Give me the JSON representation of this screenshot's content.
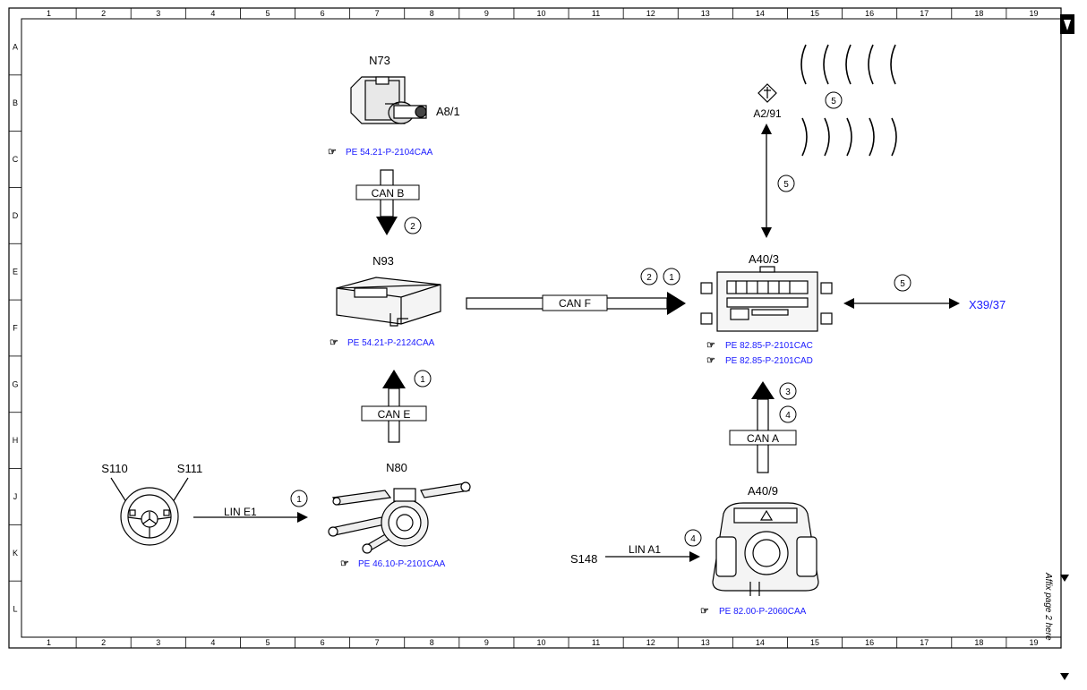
{
  "grid": {
    "columns": [
      "1",
      "2",
      "3",
      "4",
      "5",
      "6",
      "7",
      "8",
      "9",
      "10",
      "11",
      "12",
      "13",
      "14",
      "15",
      "16",
      "17",
      "18",
      "19"
    ],
    "rows": [
      "A",
      "B",
      "C",
      "D",
      "E",
      "F",
      "G",
      "H",
      "J",
      "K",
      "L"
    ]
  },
  "components": {
    "n73": "N73",
    "a8_1": "A8/1",
    "n93": "N93",
    "a40_3": "A40/3",
    "a2_91": "A2/91",
    "x39_37": "X39/37",
    "n80": "N80",
    "s110": "S110",
    "s111": "S111",
    "a40_9": "A40/9",
    "s148": "S148"
  },
  "references": {
    "n73_ref": "PE 54.21-P-2104CAA",
    "n93_ref": "PE 54.21-P-2124CAA",
    "a40_3_ref1": "PE 82.85-P-2101CAC",
    "a40_3_ref2": "PE 82.85-P-2101CAD",
    "n80_ref": "PE 46.10-P-2101CAA",
    "a40_9_ref": "PE 82.00-P-2060CAA"
  },
  "buses": {
    "can_b": "CAN B",
    "can_e": "CAN E",
    "can_f": "CAN F",
    "can_a": "CAN A",
    "lin_e1": "LIN E1",
    "lin_a1": "LIN A1"
  },
  "steps": {
    "can_b_step": "2",
    "can_e_step": "1",
    "can_f_step_a": "2",
    "can_f_step_b": "1",
    "a2_91_link_step": "5",
    "radio_waves_step": "5",
    "x39_link_step": "5",
    "can_a_step_a": "3",
    "can_a_step_b": "4",
    "lin_e1_step": "1",
    "lin_a1_step": "4"
  },
  "side_note": "Affix page 2 here",
  "colors": {
    "reference_text": "#1a1aff",
    "line": "#000000"
  }
}
